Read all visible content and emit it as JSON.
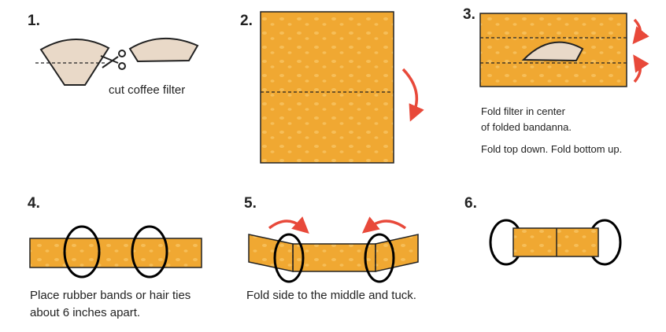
{
  "steps": [
    {
      "number": "1.",
      "caption": [
        "cut coffee filter"
      ]
    },
    {
      "number": "2.",
      "caption": []
    },
    {
      "number": "3.",
      "caption": [
        "Fold filter in center",
        "of folded bandanna.",
        "Fold top down. Fold bottom up."
      ]
    },
    {
      "number": "4.",
      "caption": [
        "Place rubber bands or hair ties",
        "about 6 inches apart."
      ]
    },
    {
      "number": "5.",
      "caption": [
        "Fold side to the middle and tuck."
      ]
    },
    {
      "number": "6.",
      "caption": []
    }
  ],
  "colors": {
    "fabric": "#f0a832",
    "filter": "#e9d9c8",
    "arrow": "#e8493a"
  }
}
